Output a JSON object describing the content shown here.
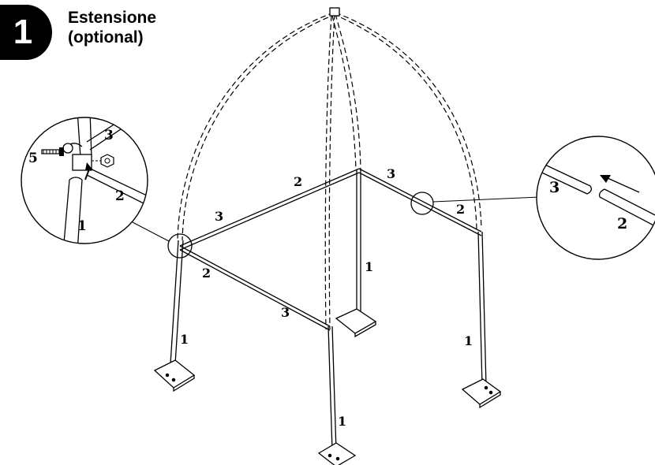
{
  "step": {
    "number": "1",
    "title_line1": "Estensione",
    "title_line2": "(optional)"
  },
  "labels": {
    "p3_back_left": "3",
    "p2_back_left": "2",
    "p3_back_right": "3",
    "p2_back_right": "2",
    "p2_front_left": "2",
    "p3_front_left": "3",
    "leg_left": "1",
    "leg_front": "1",
    "leg_back": "1",
    "leg_right": "1"
  },
  "detail_left": {
    "label_5": "5",
    "label_3": "3",
    "label_2": "2",
    "label_1": "1"
  },
  "detail_right": {
    "label_3": "3",
    "label_2": "2"
  }
}
